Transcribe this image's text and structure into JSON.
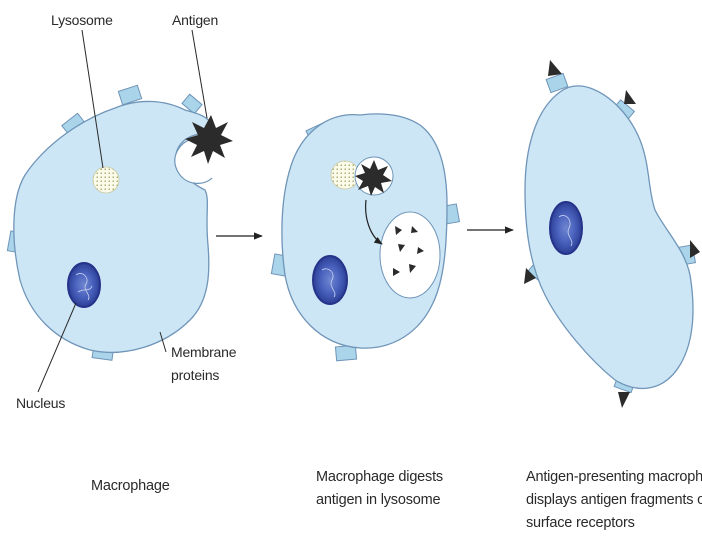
{
  "labels": {
    "lysosome": "Lysosome",
    "antigen": "Antigen",
    "nucleus": "Nucleus",
    "membrane_proteins_line1": "Membrane",
    "membrane_proteins_line2": "proteins"
  },
  "captions": {
    "stage1": "Macrophage",
    "stage2_line1": "Macrophage digests",
    "stage2_line2": "antigen in lysosome",
    "stage3_line1": "Antigen-presenting macrophage",
    "stage3_line2": "displays antigen fragments on",
    "stage3_line3": "surface receptors"
  },
  "colors": {
    "cell_fill": "#cde6f6",
    "cell_stroke": "#6f95b8",
    "nucleus_fill": "#3a4fa8",
    "antigen": "#2b2b2b",
    "receptor": "#a9d4ea"
  }
}
